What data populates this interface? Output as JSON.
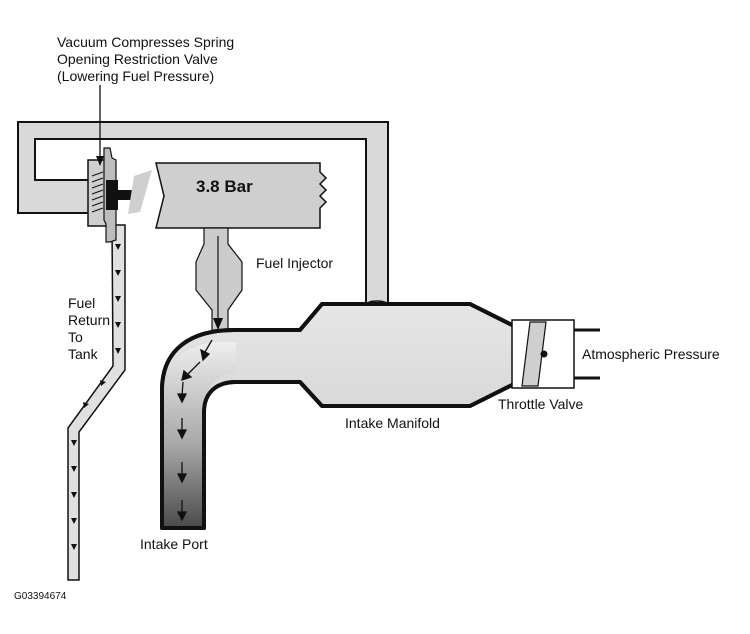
{
  "labels": {
    "regulator_note": {
      "line1": "Vacuum Compresses Spring",
      "line2": "Opening Restriction Valve",
      "line3": "(Lowering Fuel Pressure)"
    },
    "pressure": "3.8 Bar",
    "fuel_injector": "Fuel Injector",
    "fuel_return": {
      "line1": "Fuel",
      "line2": "Return",
      "line3": "To",
      "line4": "Tank"
    },
    "atmospheric_pressure": "Atmospheric Pressure",
    "throttle_valve": "Throttle Valve",
    "intake_manifold": "Intake Manifold",
    "intake_port": "Intake Port",
    "figure_id": "G03394674"
  }
}
